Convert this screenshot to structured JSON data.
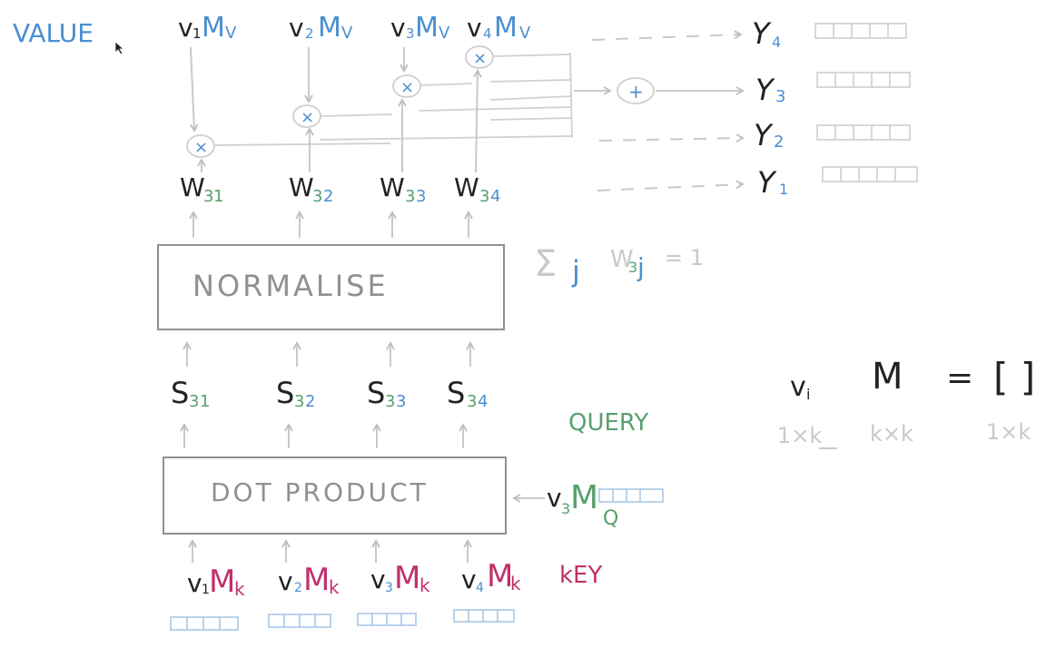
{
  "labels": {
    "value": "VALUE",
    "query": "QUERY",
    "key": "kEY",
    "normalise": "NORMALISE",
    "dot_product": "DOT PRODUCT",
    "op_times": "×",
    "op_plus": "+"
  },
  "value_vectors": [
    {
      "v": "v",
      "i": "1",
      "m": "M",
      "sub": "V"
    },
    {
      "v": "v",
      "i": "2",
      "m": "M",
      "sub": "V"
    },
    {
      "v": "v",
      "i": "3",
      "m": "M",
      "sub": "V"
    },
    {
      "v": "v",
      "i": "4",
      "m": "M",
      "sub": "V"
    }
  ],
  "key_vectors": [
    {
      "v": "v",
      "i": "1",
      "m": "M",
      "sub": "k"
    },
    {
      "v": "v",
      "i": "2",
      "m": "M",
      "sub": "k"
    },
    {
      "v": "v",
      "i": "3",
      "m": "M",
      "sub": "k"
    },
    {
      "v": "v",
      "i": "4",
      "m": "M",
      "sub": "k"
    }
  ],
  "query_vector": {
    "v": "v",
    "i": "3",
    "m": "M",
    "sub": "Q"
  },
  "weights": [
    {
      "w": "W",
      "i": "3",
      "j": "1"
    },
    {
      "w": "W",
      "i": "3",
      "j": "2"
    },
    {
      "w": "W",
      "i": "3",
      "j": "3"
    },
    {
      "w": "W",
      "i": "3",
      "j": "4"
    }
  ],
  "scores": [
    {
      "s": "S",
      "i": "3",
      "j": "1"
    },
    {
      "s": "S",
      "i": "3",
      "j": "2"
    },
    {
      "s": "S",
      "i": "3",
      "j": "3"
    },
    {
      "s": "S",
      "i": "3",
      "j": "4"
    }
  ],
  "outputs": [
    {
      "y": "Y",
      "i": "4"
    },
    {
      "y": "Y",
      "i": "3"
    },
    {
      "y": "Y",
      "i": "2"
    },
    {
      "y": "Y",
      "i": "1"
    }
  ],
  "normalisation": {
    "sum": "Σ",
    "sum_index": "j",
    "w": "W",
    "w_i": "3",
    "w_j": "j",
    "rhs": "= 1"
  },
  "dimensions": {
    "vi": "v",
    "vi_sub": "i",
    "m": "M",
    "eq": "=",
    "result": "[ ]",
    "vi_dim": "1×k",
    "m_dim": "k×k",
    "result_dim": "1×k"
  }
}
